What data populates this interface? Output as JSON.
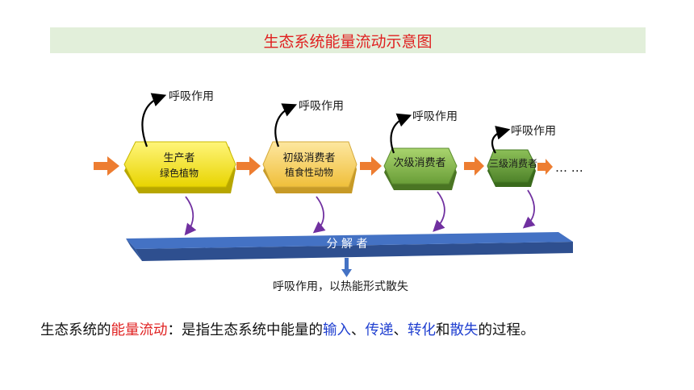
{
  "title": "生态系统能量流动示意图",
  "levels": [
    {
      "name": "生产者",
      "sub": "绿色植物",
      "respiration": "呼吸作用",
      "color": "#f5e600"
    },
    {
      "name": "初级消费者",
      "sub": "植食性动物",
      "respiration": "呼吸作用",
      "color": "#f7cf52"
    },
    {
      "name": "次级消费者",
      "sub": "",
      "respiration": "呼吸作用",
      "color": "#7fb046"
    },
    {
      "name": "三级消费者",
      "sub": "",
      "respiration": "呼吸作用",
      "color": "#5e9334"
    }
  ],
  "ellipsis": "… …",
  "decomposer": {
    "label": "分 解 者",
    "color": "#4472c4"
  },
  "decomposer_output": "呼吸作用，以热能形式散失",
  "summary": {
    "prefix": "生态系统的",
    "term": "能量流动",
    "middle": "：是指生态系统中能量的",
    "k1": "输入",
    "sep1": "、",
    "k2": "传递",
    "sep2": "、",
    "k3": "转化",
    "and": "和",
    "k4": "散失",
    "suffix": "的过程。"
  },
  "colors": {
    "arrow_orange": "#ed7d31",
    "decay_arrow": "#7030a0",
    "title_bg": "#e2efda",
    "title_text": "#e02020",
    "highlight_blue": "#1f3fd0"
  }
}
